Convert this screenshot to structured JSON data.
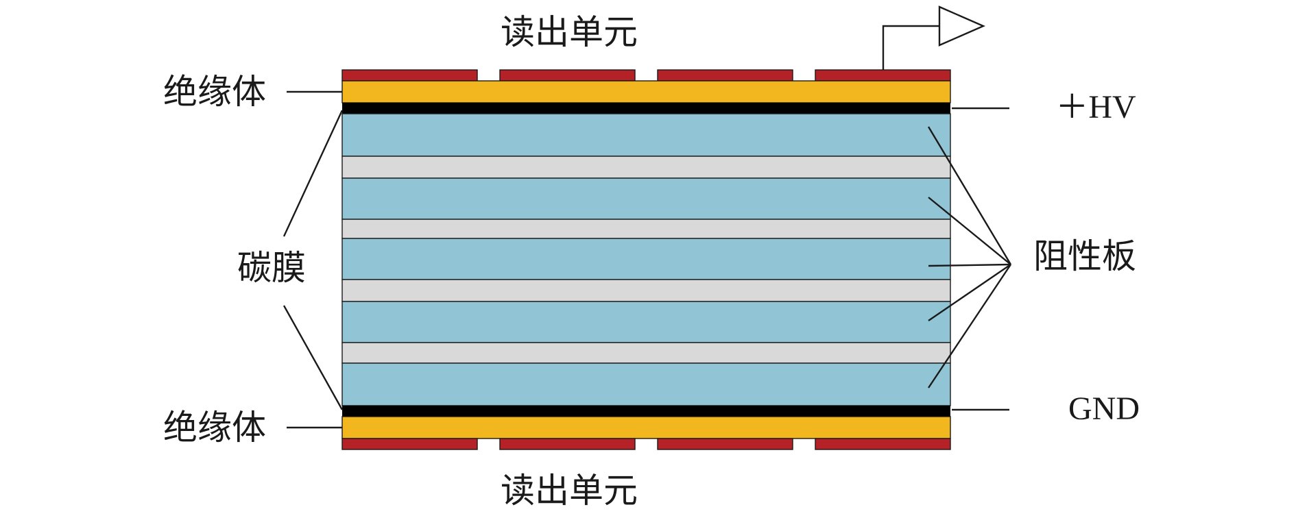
{
  "labels": {
    "readout_top": "读出单元",
    "readout_bottom": "读出单元",
    "insulator_top": "绝缘体",
    "insulator_bottom": "绝缘体",
    "carbon_film": "碳膜",
    "resistive_plate": "阻性板",
    "high_voltage": "＋HV",
    "ground": "GND"
  },
  "colors": {
    "readout_strip": "#b42228",
    "insulator": "#f2b61e",
    "carbon_film": "#000000",
    "resistive_plate": "#91c5d6",
    "gas_gap": "#d9d9d9",
    "line": "#1a1a1a"
  },
  "icons": {
    "signal_output": "amplifier-triangle-icon"
  }
}
